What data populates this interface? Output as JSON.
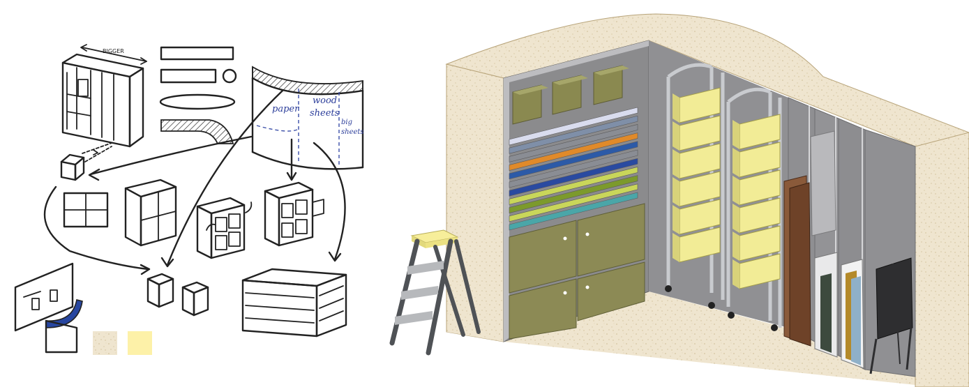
{
  "sketch": {
    "width_label": "BIGGER",
    "notes": [
      "paper",
      "wood",
      "sheets",
      "big",
      "sheets"
    ],
    "swatches": [
      "#efe2c4",
      "#fdf1a8"
    ]
  },
  "render": {
    "colors": {
      "wall": "#efe5cf",
      "wall_speckle": "#d9c9a5",
      "panel": "#8a8a8c",
      "cabinet": "#8c8a55",
      "bin": "#f2ec96",
      "cart": "#c9cbcf",
      "ladder_top": "#f7ee9a",
      "ladder_leg": "#4f5256"
    },
    "paper_rolls": [
      "#d9dcee",
      "#7f8fa8",
      "#8a8d94",
      "#e08a2a",
      "#2c5aa7",
      "#8a8d94",
      "#2a4aa0",
      "#c9d65a",
      "#7c9a2c",
      "#c9d65a",
      "#4aa6a8"
    ]
  }
}
